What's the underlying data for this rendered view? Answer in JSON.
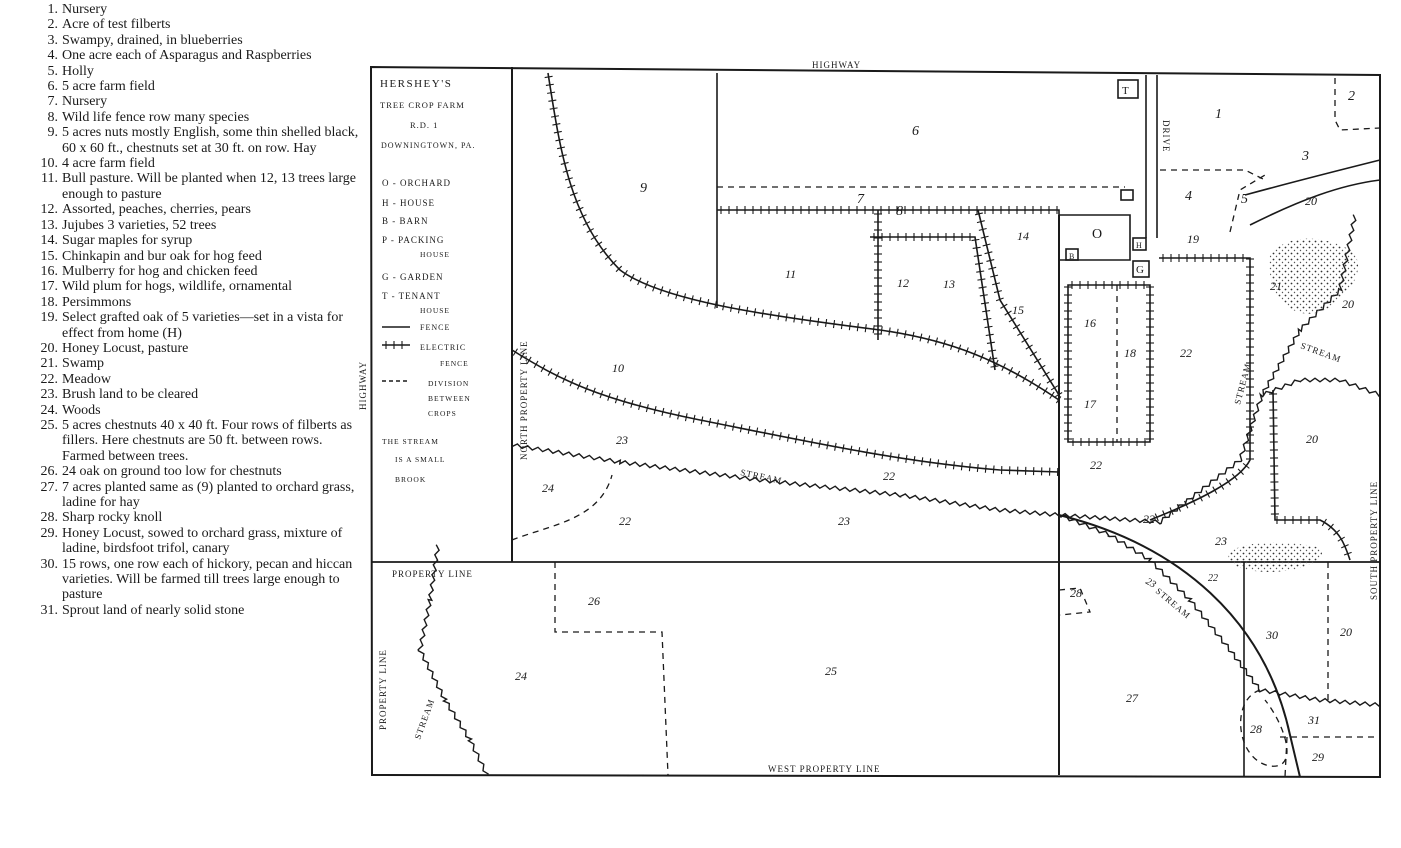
{
  "legend": [
    {
      "num": "1.",
      "text": "Nursery"
    },
    {
      "num": "2.",
      "text": "Acre of test filberts"
    },
    {
      "num": "3.",
      "text": "Swampy, drained, in blueberries"
    },
    {
      "num": "4.",
      "text": "One acre each of Asparagus and Raspberries"
    },
    {
      "num": "5.",
      "text": "Holly"
    },
    {
      "num": "6.",
      "text": "5 acre farm field"
    },
    {
      "num": "7.",
      "text": "Nursery"
    },
    {
      "num": "8.",
      "text": "Wild life fence row many species"
    },
    {
      "num": "9.",
      "text": "5 acres nuts mostly English, some thin shelled black, 60 x 60 ft., chestnuts set at 30 ft. on row. Hay"
    },
    {
      "num": "10.",
      "text": "4 acre farm field"
    },
    {
      "num": "11.",
      "text": "Bull pasture. Will be planted when 12, 13 trees large enough to pasture"
    },
    {
      "num": "12.",
      "text": "Assorted, peaches, cherries, pears"
    },
    {
      "num": "13.",
      "text": "Jujubes 3 varieties, 52 trees"
    },
    {
      "num": "14.",
      "text": "Sugar maples for syrup"
    },
    {
      "num": "15.",
      "text": "Chinkapin and bur oak for hog feed"
    },
    {
      "num": "16.",
      "text": "Mulberry for hog and chicken feed"
    },
    {
      "num": "17.",
      "text": "Wild plum for hogs, wildlife, ornamental"
    },
    {
      "num": "18.",
      "text": "Persimmons"
    },
    {
      "num": "19.",
      "text": "Select grafted oak of 5 varieties—set in a vista for effect from home (H)"
    },
    {
      "num": "20.",
      "text": "Honey Locust, pasture"
    },
    {
      "num": "21.",
      "text": "Swamp"
    },
    {
      "num": "22.",
      "text": "Meadow"
    },
    {
      "num": "23.",
      "text": "Brush land to be cleared"
    },
    {
      "num": "24.",
      "text": "Woods"
    },
    {
      "num": "25.",
      "text": "5 acres chestnuts 40 x 40 ft. Four rows of filberts as fillers. Here chestnuts are 50 ft. between rows. Farmed between trees."
    },
    {
      "num": "26.",
      "text": "24 oak on ground too low for chestnuts"
    },
    {
      "num": "27.",
      "text": "7 acres planted same as (9) planted to orchard grass, ladine for hay"
    },
    {
      "num": "28.",
      "text": "Sharp rocky knoll"
    },
    {
      "num": "29.",
      "text": "Honey Locust, sowed to orchard grass, mixture of ladine, birdsfoot trifol, canary"
    },
    {
      "num": "30.",
      "text": "15 rows, one row each of hickory, pecan and hiccan varieties. Will be farmed till trees large enough to pasture"
    },
    {
      "num": "31.",
      "text": "Sprout land of nearly solid stone"
    }
  ],
  "map": {
    "title": [
      "HERSHEY'S",
      "TREE CROP FARM",
      "R.D. 1",
      "DOWNINGTOWN, PA."
    ],
    "key": [
      {
        "symbol": "O",
        "meaning": "ORCHARD"
      },
      {
        "symbol": "H",
        "meaning": "HOUSE"
      },
      {
        "symbol": "B",
        "meaning": "BARN"
      },
      {
        "symbol": "P",
        "meaning": "PACKING HOUSE"
      },
      {
        "symbol": "G",
        "meaning": "GARDEN"
      },
      {
        "symbol": "T",
        "meaning": "TENANT HOUSE"
      }
    ],
    "line_key": [
      {
        "style": "solid",
        "label": "FENCE"
      },
      {
        "style": "electric",
        "label": "ELECTRIC FENCE"
      },
      {
        "style": "dashed",
        "label": "DIVISION BETWEEN CROPS"
      }
    ],
    "note": [
      "THE STREAM",
      "IS A SMALL",
      "BROOK"
    ],
    "boundary_labels": {
      "top": "HIGHWAY",
      "left": "HIGHWAY",
      "north": "NORTH PROPERTY LINE",
      "west": "WEST PROPERTY LINE",
      "south": "SOUTH PROPERTY LINE",
      "property_line": "PROPERTY LINE",
      "property_line_vertical": "PROPERTY LINE",
      "drive": "DRIVE"
    },
    "stream_label": "STREAM",
    "buildings": {
      "tenant": "T",
      "orchard": "O",
      "house": "H",
      "barn": "B",
      "garden": "G"
    },
    "field_numbers": [
      "1",
      "2",
      "3",
      "4",
      "5",
      "6",
      "7",
      "8",
      "9",
      "10",
      "11",
      "12",
      "13",
      "14",
      "15",
      "16",
      "17",
      "18",
      "19",
      "20",
      "20",
      "20",
      "20",
      "21",
      "22",
      "22",
      "22",
      "22",
      "22",
      "23",
      "23",
      "23",
      "24",
      "24",
      "25",
      "26",
      "27",
      "28",
      "28",
      "29",
      "30",
      "31"
    ]
  }
}
